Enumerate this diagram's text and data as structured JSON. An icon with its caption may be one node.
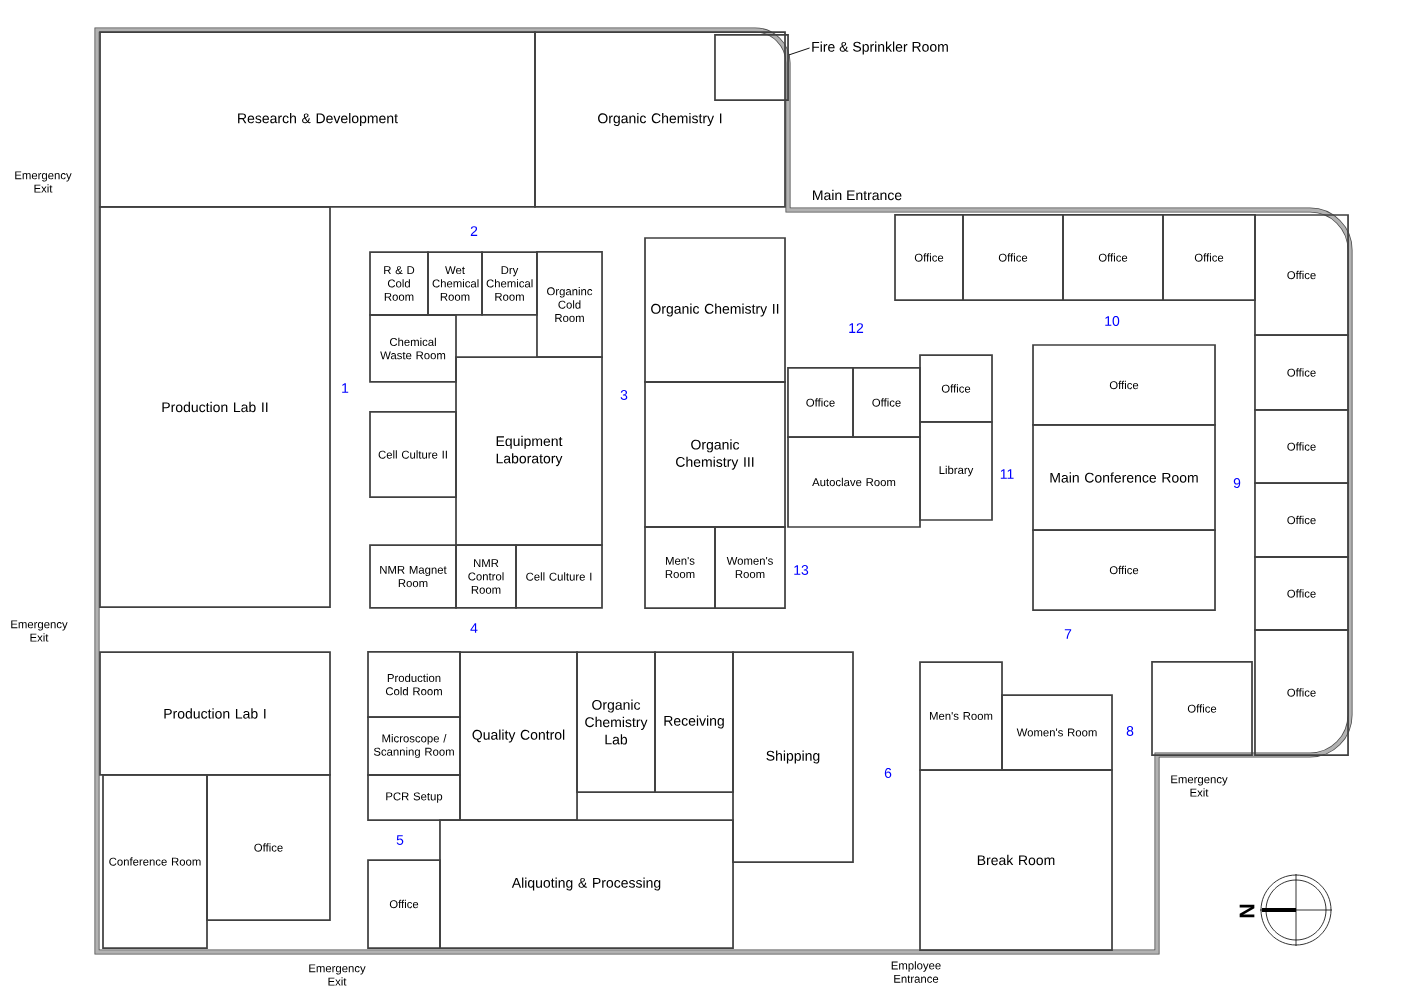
{
  "diagram": {
    "nodes": [
      {
        "text": [
          "Research & Development"
        ]
      },
      {
        "text": [
          "Organic Chemistry I"
        ]
      },
      {
        "text": [],
        "shape": "box",
        "in": 1
      },
      {
        "text": [
          "Fire & Sprinkler Room"
        ]
      },
      {
        "text": [
          "Production Lab II"
        ]
      },
      {
        "text": [
          "R & D Cold Room"
        ]
      },
      {
        "text": [
          "Wet Chemical Room"
        ]
      },
      {
        "text": [
          "Dry Chemical Room"
        ]
      },
      {
        "text": [
          "Organinc Cold Room"
        ]
      },
      {
        "text": [
          "Chemical Waste Room"
        ]
      },
      {
        "text": [
          "Cell Culture II"
        ]
      },
      {
        "text": [
          "Equipment Laboratory"
        ]
      },
      {
        "text": [
          "NMR Magnet Room"
        ]
      },
      {
        "text": [
          "NMR Control Room"
        ]
      },
      {
        "text": [
          "Cell Culture I"
        ]
      },
      {
        "text": [
          "Organic Chemistry II"
        ]
      },
      {
        "text": [
          "Organic Chemistry III"
        ]
      },
      {
        "text": [
          "Men's Room"
        ]
      },
      {
        "text": [
          "Women's Room"
        ]
      },
      {
        "text": [
          "Office"
        ]
      },
      {
        "text": [
          "Office"
        ]
      },
      {
        "text": [
          "Office"
        ]
      },
      {
        "text": [
          "Office"
        ]
      },
      {
        "text": [
          "Office"
        ]
      },
      {
        "text": [
          "Office"
        ]
      },
      {
        "text": [
          "Office"
        ]
      },
      {
        "text": [
          "Office"
        ]
      },
      {
        "text": [
          "Office"
        ]
      },
      {
        "text": [
          "Office"
        ]
      },
      {
        "text": [
          "Office"
        ]
      },
      {
        "text": [
          "Office"
        ]
      },
      {
        "text": [
          "Office"
        ]
      },
      {
        "text": [
          "Library"
        ]
      },
      {
        "text": [
          "Autoclave Room"
        ]
      },
      {
        "text": [
          "Office"
        ]
      },
      {
        "text": [
          "Main Conference Room"
        ]
      },
      {
        "text": [
          "Office"
        ]
      },
      {
        "text": [
          "Production Lab I"
        ]
      },
      {
        "text": [
          "Production Cold Room"
        ]
      },
      {
        "text": [
          "Microscope / Scanning Room"
        ]
      },
      {
        "text": [
          "PCR Setup"
        ]
      },
      {
        "text": [
          "Quality Control"
        ]
      },
      {
        "text": [
          "Organic Chemistry Lab"
        ]
      },
      {
        "text": [
          "Receiving"
        ]
      },
      {
        "text": [
          "Shipping"
        ]
      },
      {
        "text": [
          "Conference Room"
        ]
      },
      {
        "text": [
          "Office"
        ]
      },
      {
        "text": [
          "Office"
        ]
      },
      {
        "text": [
          "Aliquoting & Processing"
        ]
      },
      {
        "text": [
          "Men's Room"
        ]
      },
      {
        "text": [
          "Women's Room"
        ]
      },
      {
        "text": [
          "Office"
        ]
      },
      {
        "text": [
          "Break Room"
        ]
      }
    ],
    "edges": [
      {
        "from": 3,
        "to": 2,
        "arrow": "none"
      }
    ],
    "labels": [
      "Emergency Exit",
      "Main Entrance",
      "2",
      "12",
      "10",
      "1",
      "3",
      "11",
      "9",
      "13",
      "Emergency Exit",
      "4",
      "7",
      "8",
      "6",
      "5",
      "Emergency Exit",
      "N",
      "Emergency Exit",
      "Employee Entrance"
    ]
  }
}
